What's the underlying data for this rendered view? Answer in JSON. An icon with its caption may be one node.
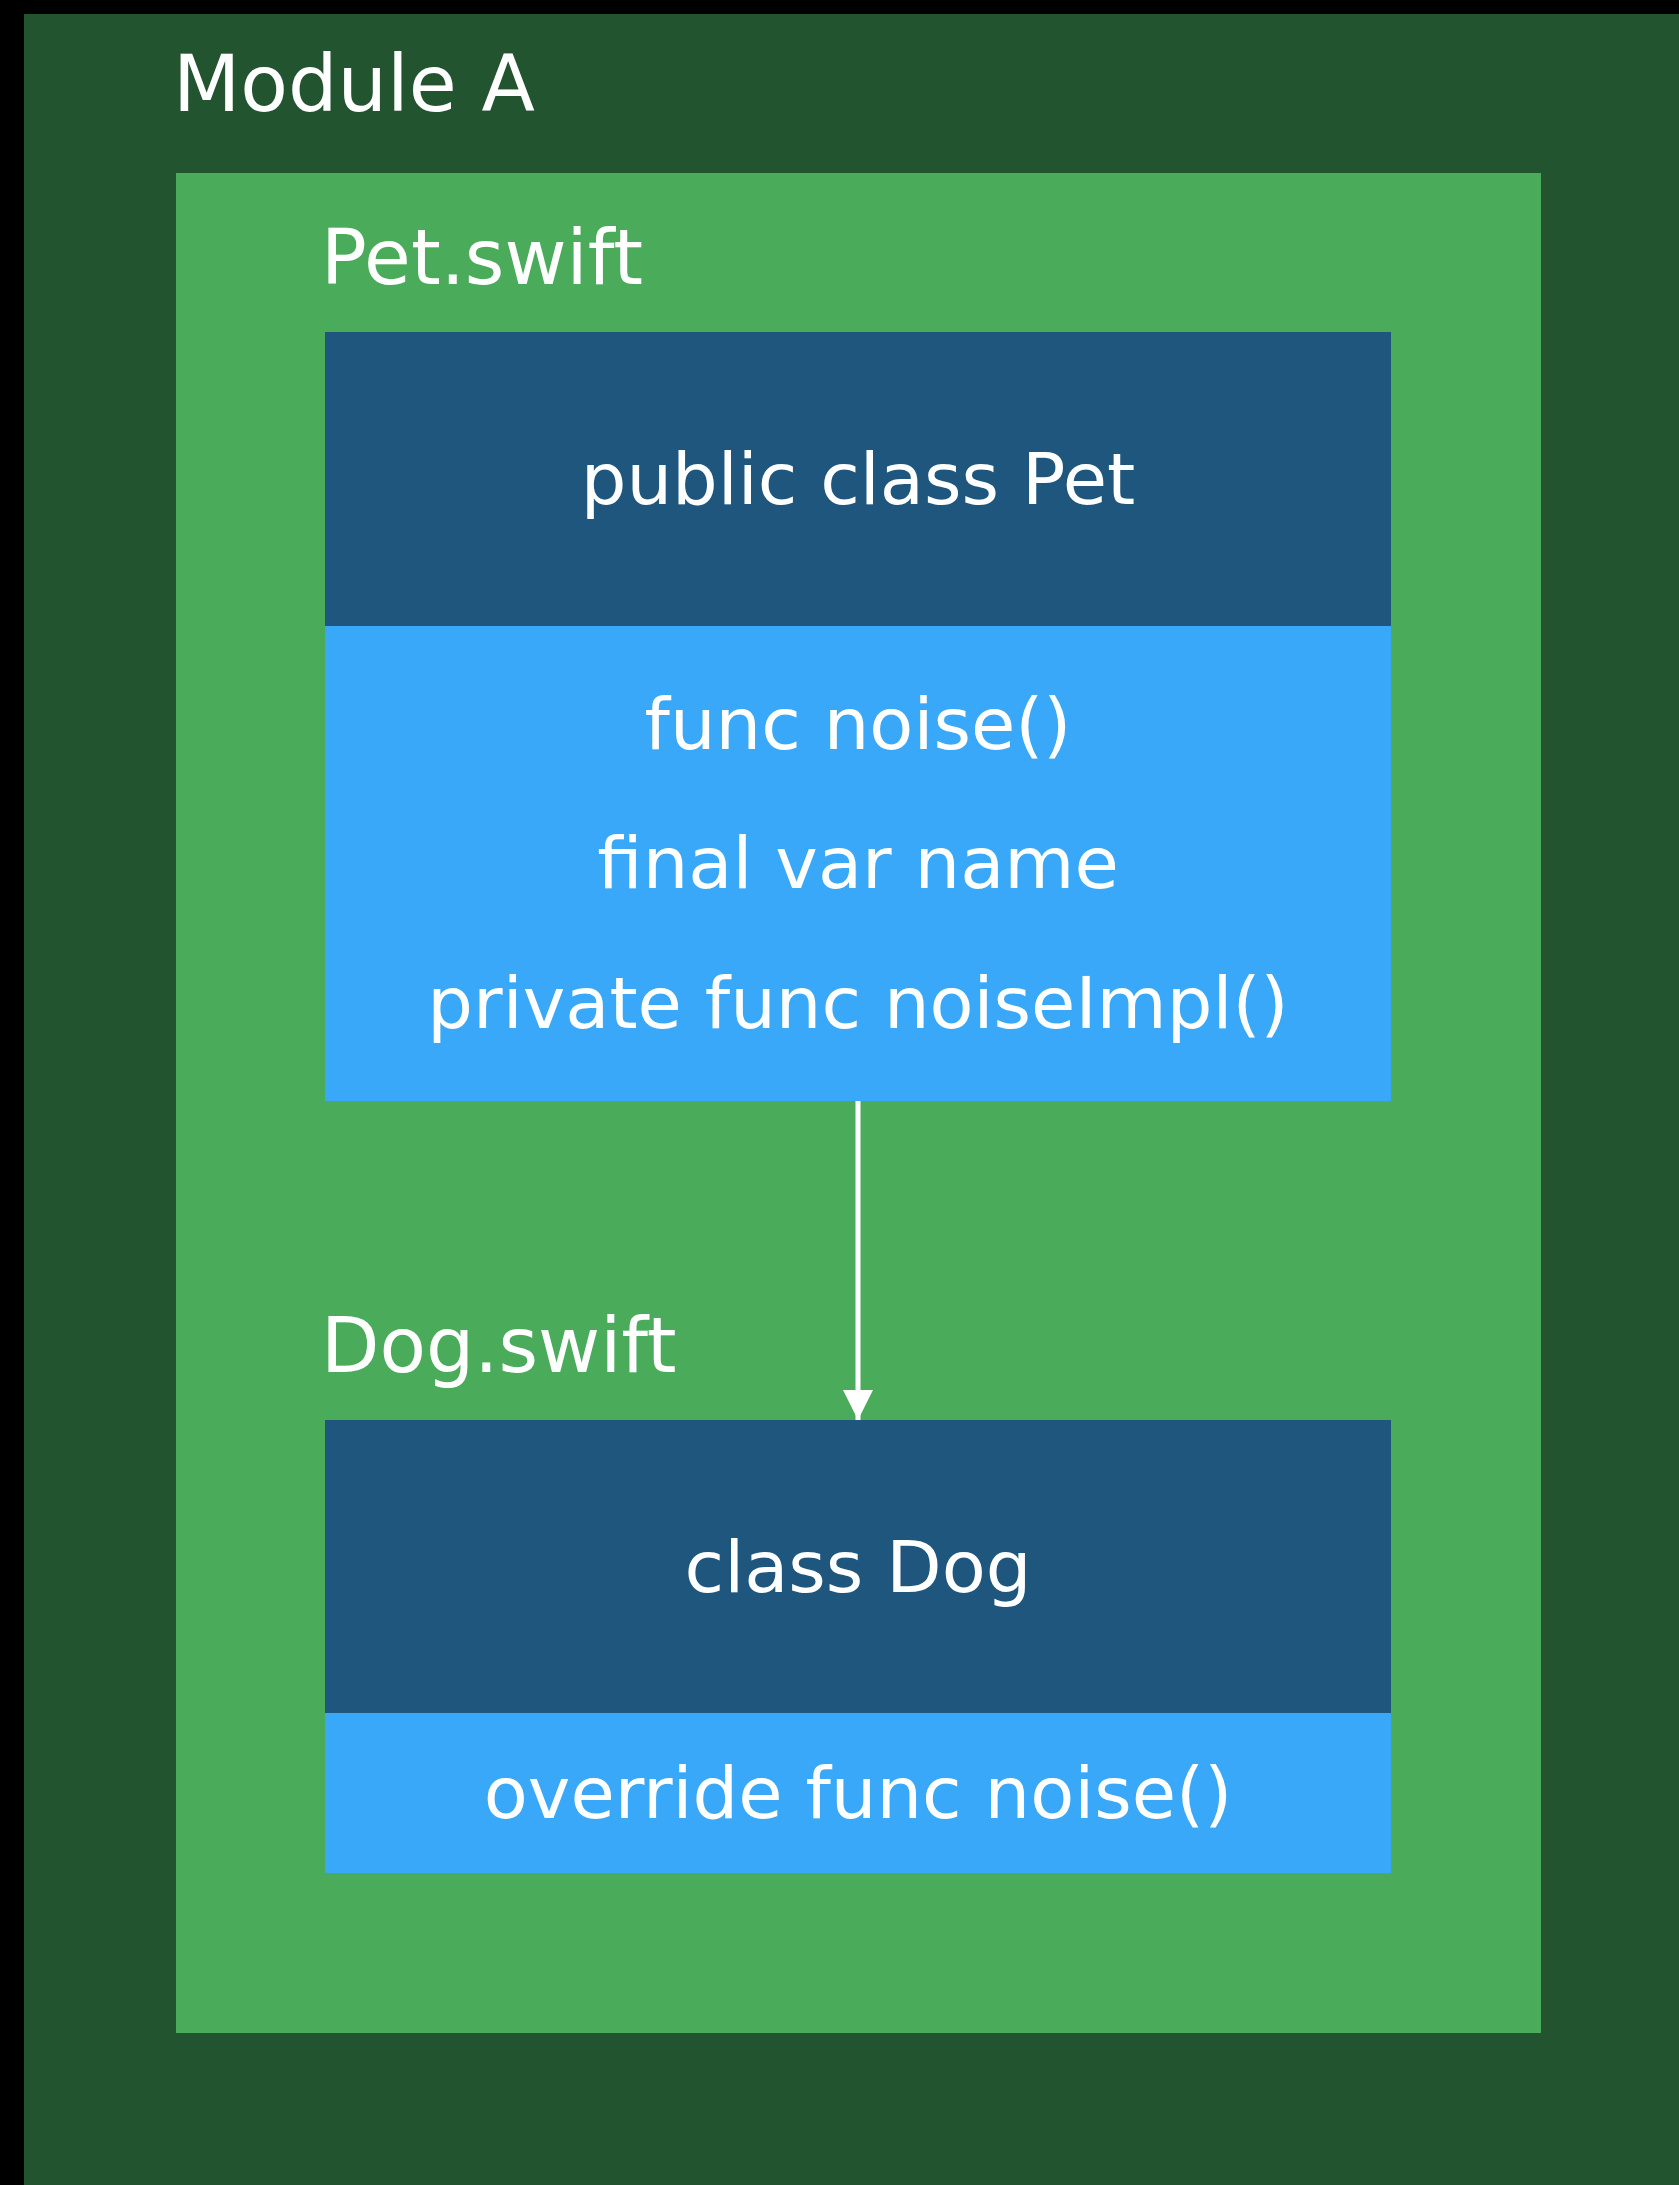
{
  "diagram": {
    "nodes": [
      {
        "text": [
          "Module A"
        ]
      },
      {
        "text": [],
        "shape": "box",
        "in": 0
      },
      {
        "text": [
          "Pet.swift"
        ],
        "in": 1
      },
      {
        "text": [
          "public class Pet"
        ],
        "in": 2
      },
      {
        "text": [
          "func noise()",
          "final var name",
          "private func noiseImpl()"
        ],
        "in": 2
      },
      {
        "text": [
          "Dog.swift"
        ],
        "in": 1
      },
      {
        "text": [
          "class Dog"
        ],
        "in": 5
      },
      {
        "text": [
          "override func noise()"
        ],
        "in": 5
      }
    ],
    "edges": [
      {
        "from": 4,
        "to": 6,
        "arrow": "to"
      }
    ]
  }
}
